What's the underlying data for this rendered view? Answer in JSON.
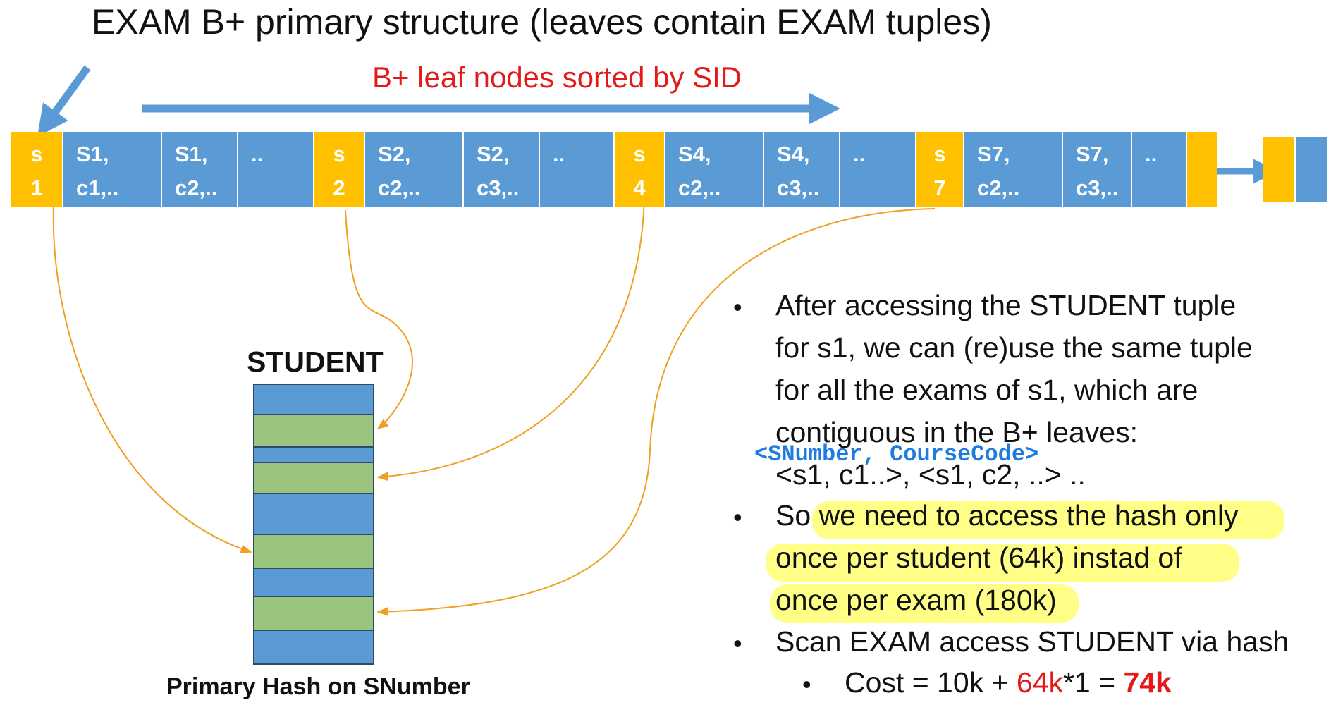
{
  "title": "EXAM B+ primary structure (leaves contain EXAM tuples)",
  "subtitle": "B+ leaf nodes sorted by SID",
  "leaf_cells": [
    {
      "kind": "key",
      "line1": "s",
      "line2": "1"
    },
    {
      "kind": "tuple",
      "line1": "S1,",
      "line2": "c1,.."
    },
    {
      "kind": "tuple",
      "line1": "S1,",
      "line2": "c2,.."
    },
    {
      "kind": "tuple",
      "line1": "..",
      "line2": ""
    },
    {
      "kind": "key",
      "line1": "s",
      "line2": "2"
    },
    {
      "kind": "tuple",
      "line1": "S2,",
      "line2": "c2,.."
    },
    {
      "kind": "tuple",
      "line1": "S2,",
      "line2": "c3,.."
    },
    {
      "kind": "tuple",
      "line1": "..",
      "line2": ""
    },
    {
      "kind": "key",
      "line1": "s",
      "line2": "4"
    },
    {
      "kind": "tuple",
      "line1": "S4,",
      "line2": "c2,.."
    },
    {
      "kind": "tuple",
      "line1": "S4,",
      "line2": "c3,.."
    },
    {
      "kind": "tuple",
      "line1": "..",
      "line2": ""
    },
    {
      "kind": "key",
      "line1": "s",
      "line2": "7"
    },
    {
      "kind": "tuple",
      "line1": "S7,",
      "line2": "c2,.."
    },
    {
      "kind": "tuple",
      "line1": "S7,",
      "line2": "c3,.."
    },
    {
      "kind": "tuple",
      "line1": "..",
      "line2": ""
    },
    {
      "kind": "key",
      "line1": "",
      "line2": ""
    }
  ],
  "student_label": "STUDENT",
  "student_buckets": [
    "blue",
    "green",
    "blue",
    "green",
    "blue",
    "green",
    "blue",
    "green",
    "blue"
  ],
  "hash_caption": "Primary Hash on SNumber",
  "code_label": "<SNumber, CourseCode>",
  "bullets": {
    "b1_line1": "After accessing the STUDENT tuple",
    "b1_line2": "for s1, we can (re)use the same tuple",
    "b1_line3": "for all the exams of s1, which are",
    "b1_line4": "contiguous in the B+ leaves:",
    "b1_line5": "<s1, c1..>, <s1, c2, ..> ..",
    "b2_prefix": "So",
    "b2_line1": "we need to access the hash only",
    "b2_line2": "once per student (64k)  instad of",
    "b2_line3": "once per exam (180k)",
    "b3": "Scan EXAM access STUDENT via hash",
    "sub_prefix": "Cost = 10k + ",
    "sub_red": "64k",
    "sub_mid": "*1 = ",
    "sub_result": "74k"
  },
  "colors": {
    "leaf_blue": "#5b9bd5",
    "key_orange": "#ffc000",
    "bucket_green": "#9bc47e",
    "arrow_orange": "#f0a020",
    "highlight": "#ffff88",
    "red_text": "#e31a1a",
    "code_blue": "#1e7be0"
  }
}
